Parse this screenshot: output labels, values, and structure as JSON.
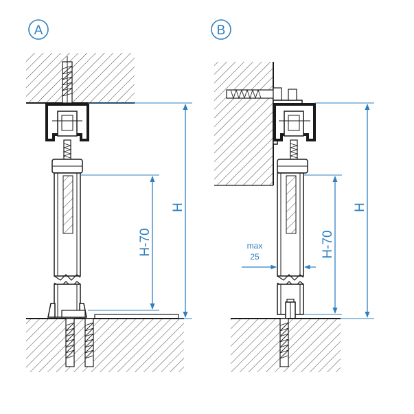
{
  "colors": {
    "line": "#1a1a1a",
    "dimension": "#2f7fbf",
    "hatch": "#3a3a3a",
    "background": "#ffffff"
  },
  "variant_a": {
    "label": "A",
    "dim_total": "H",
    "dim_door": "H-70"
  },
  "variant_b": {
    "label": "B",
    "dim_total": "H",
    "dim_door": "H-70",
    "gap_label_1": "max",
    "gap_label_2": "25"
  }
}
